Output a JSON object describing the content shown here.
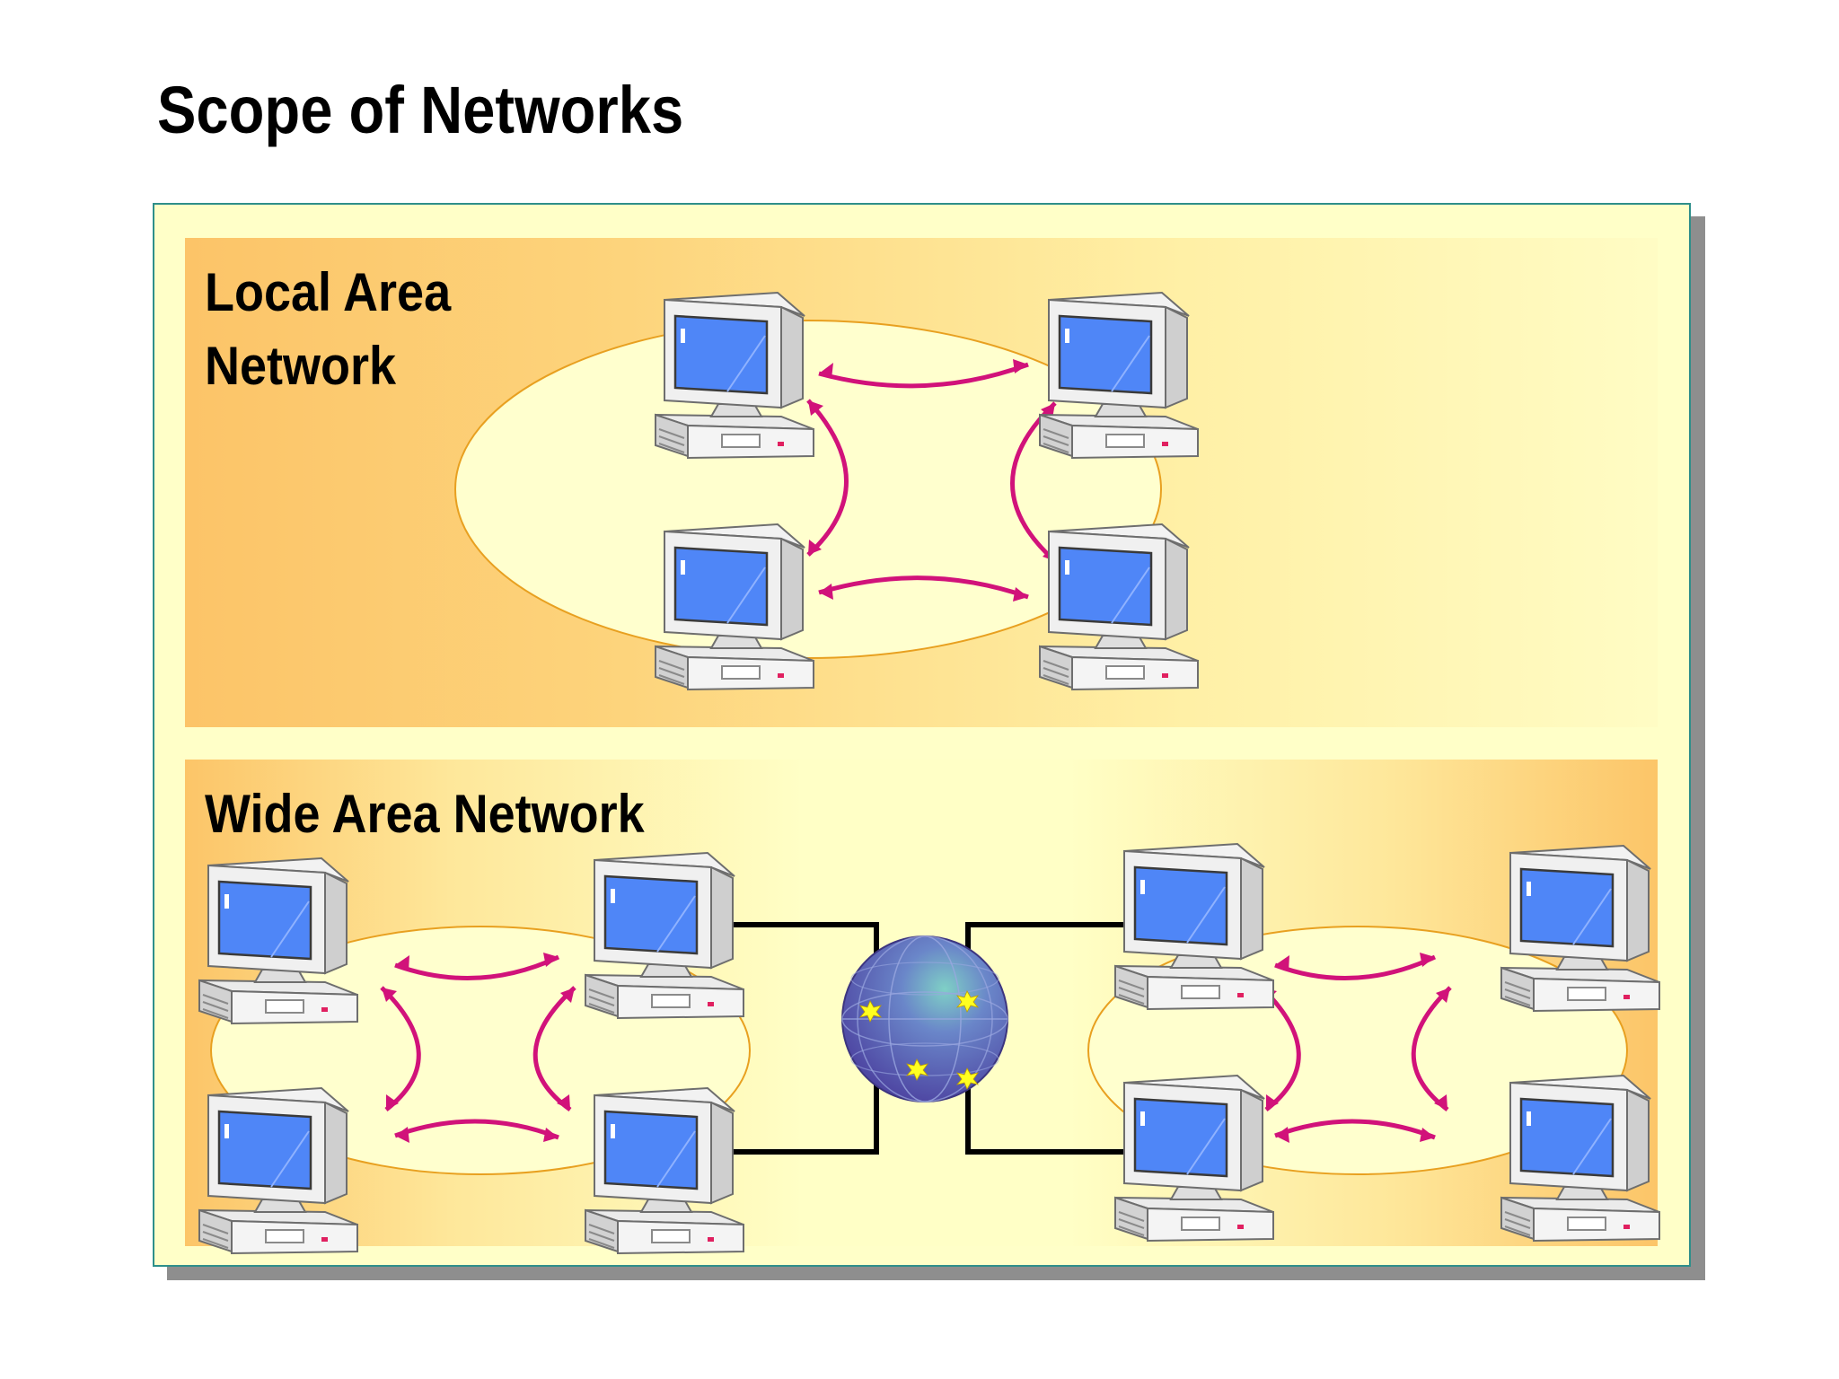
{
  "title": "Scope of Networks",
  "lan": {
    "title_line1": "Local Area",
    "title_line2": "Network"
  },
  "wan": {
    "title": "Wide Area Network"
  },
  "icons": [
    "computer-icon",
    "globe-icon",
    "bidirectional-arrow-icon"
  ],
  "colors": {
    "arrow": "#d1127a",
    "frame_border": "#2e8f8a",
    "ellipse_fill": "#ffffce",
    "ellipse_stroke": "#e8a020",
    "screen": "#4f86f7",
    "link_line": "#000000",
    "globe": "#5a5fb5"
  }
}
